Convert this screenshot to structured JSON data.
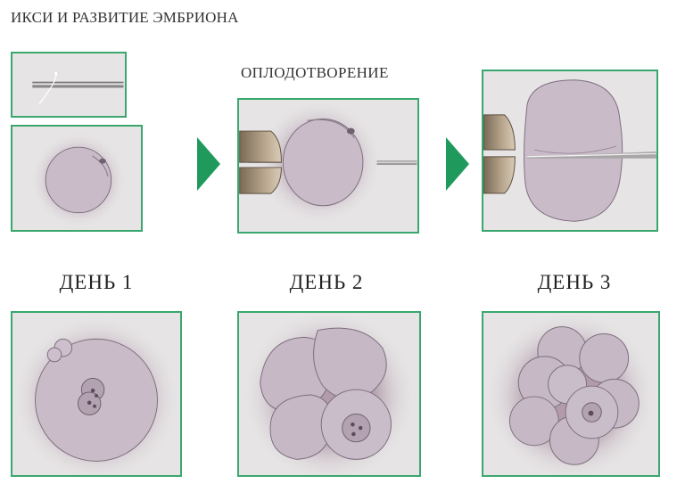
{
  "header": {
    "title": "ИКСИ И РАЗВИТИЕ ЭМБРИОНА"
  },
  "steps": {
    "fertilization_label": "ОПЛОДОТВОРЕНИЕ"
  },
  "days": [
    {
      "label": "ДЕНЬ 1"
    },
    {
      "label": "ДЕНЬ 2"
    },
    {
      "label": "ДЕНЬ 3"
    }
  ],
  "colors": {
    "panel_border": "#3aa86e",
    "arrow": "#1f9a5c",
    "cell_fill": "#c9bcc8",
    "cell_stroke": "#7d6e7e",
    "halo": "#a58a9c",
    "panel_bg": "#e6e4e5"
  },
  "icons": [
    "needle-icon",
    "sperm-icon",
    "arrow-right-icon",
    "pipette-icon"
  ]
}
